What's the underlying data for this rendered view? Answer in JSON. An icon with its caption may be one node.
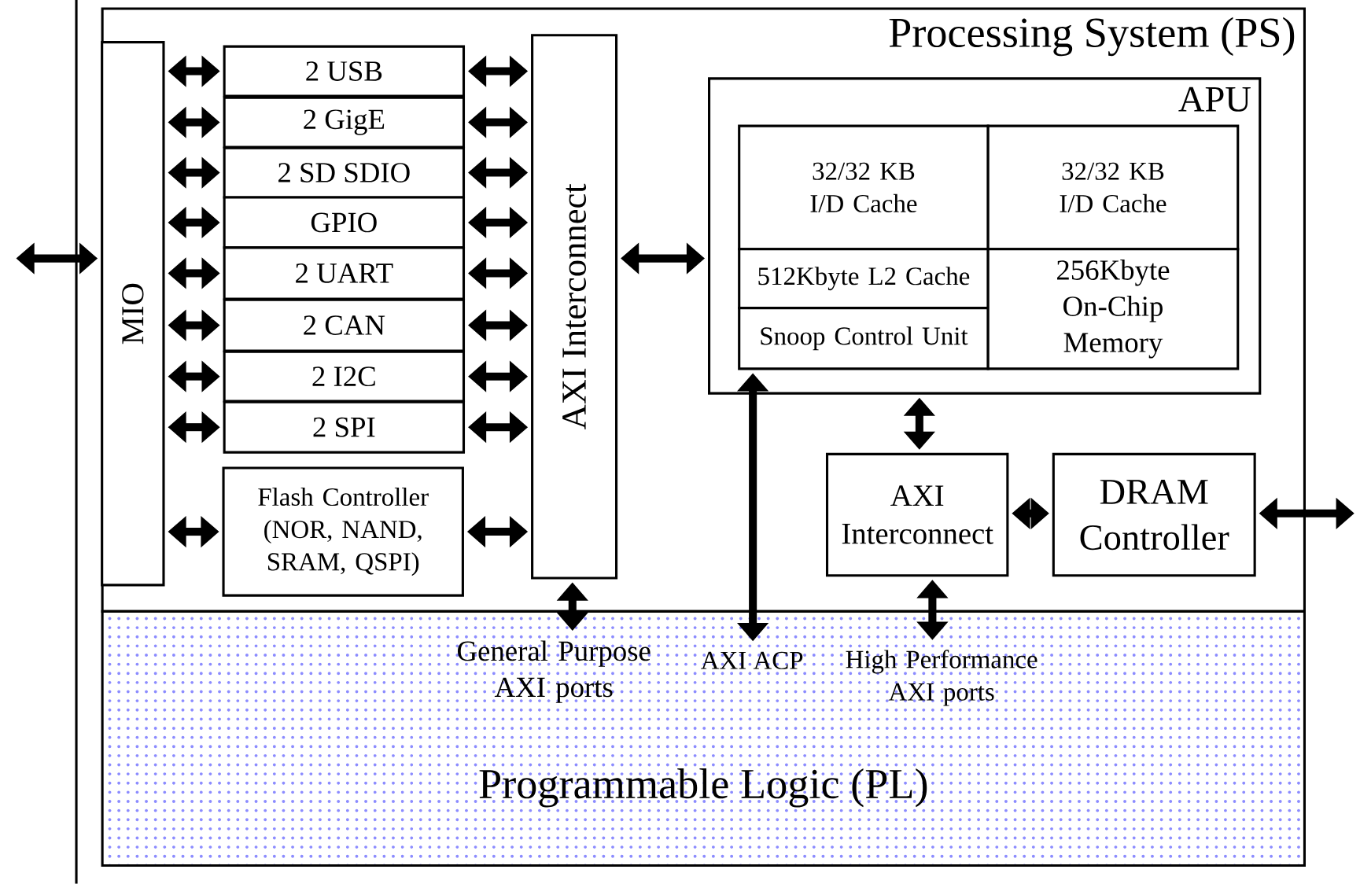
{
  "diagram": {
    "nodes": [
      {
        "text": [
          "Processing System (PS)"
        ]
      },
      {
        "text": [
          "Programmable Logic (PL)"
        ]
      },
      {
        "text": [
          "MIO"
        ],
        "in": 0
      },
      {
        "text": [
          "2 USB"
        ],
        "in": 0
      },
      {
        "text": [
          "2 GigE"
        ],
        "in": 0
      },
      {
        "text": [
          "2 SD SDIO"
        ],
        "in": 0
      },
      {
        "text": [
          "GPIO"
        ],
        "in": 0
      },
      {
        "text": [
          "2 UART"
        ],
        "in": 0
      },
      {
        "text": [
          "2 CAN"
        ],
        "in": 0
      },
      {
        "text": [
          "2 I2C"
        ],
        "in": 0
      },
      {
        "text": [
          "2 SPI"
        ],
        "in": 0
      },
      {
        "text": [
          "Flash Controller (NOR, NAND, SRAM, QSPI)"
        ],
        "in": 0
      },
      {
        "text": [
          "AXI Interconnect"
        ],
        "in": 0
      },
      {
        "text": [
          "APU"
        ],
        "in": 0
      },
      {
        "text": [
          "32/32 KB I/D Cache"
        ],
        "in": 13
      },
      {
        "text": [
          "32/32 KB I/D Cache"
        ],
        "in": 13
      },
      {
        "text": [
          "512Kbyte L2 Cache"
        ],
        "in": 13
      },
      {
        "text": [
          "Snoop Control Unit"
        ],
        "in": 13
      },
      {
        "text": [
          "256Kbyte On-Chip Memory"
        ],
        "in": 13
      },
      {
        "text": [
          "AXI Interconnect"
        ],
        "in": 0
      },
      {
        "text": [
          "DRAM Controller"
        ],
        "in": 0
      },
      {
        "text": [
          "General Purpose AXI ports"
        ],
        "in": 1
      },
      {
        "text": [
          "AXI ACP"
        ],
        "in": 1
      },
      {
        "text": [
          "High Performance AXI ports"
        ],
        "in": 1
      }
    ],
    "edges": [
      {
        "from": null,
        "to": 2,
        "arrow": "both"
      },
      {
        "from": 2,
        "to": 3,
        "arrow": "both"
      },
      {
        "from": 2,
        "to": 4,
        "arrow": "both"
      },
      {
        "from": 2,
        "to": 5,
        "arrow": "both"
      },
      {
        "from": 2,
        "to": 6,
        "arrow": "both"
      },
      {
        "from": 2,
        "to": 7,
        "arrow": "both"
      },
      {
        "from": 2,
        "to": 8,
        "arrow": "both"
      },
      {
        "from": 2,
        "to": 9,
        "arrow": "both"
      },
      {
        "from": 2,
        "to": 10,
        "arrow": "both"
      },
      {
        "from": 2,
        "to": 11,
        "arrow": "both"
      },
      {
        "from": 3,
        "to": 12,
        "arrow": "both"
      },
      {
        "from": 4,
        "to": 12,
        "arrow": "both"
      },
      {
        "from": 5,
        "to": 12,
        "arrow": "both"
      },
      {
        "from": 6,
        "to": 12,
        "arrow": "both"
      },
      {
        "from": 7,
        "to": 12,
        "arrow": "both"
      },
      {
        "from": 8,
        "to": 12,
        "arrow": "both"
      },
      {
        "from": 9,
        "to": 12,
        "arrow": "both"
      },
      {
        "from": 10,
        "to": 12,
        "arrow": "both"
      },
      {
        "from": 11,
        "to": 12,
        "arrow": "both"
      },
      {
        "from": 12,
        "to": 13,
        "arrow": "both"
      },
      {
        "from": 12,
        "to": 21,
        "arrow": "both"
      },
      {
        "from": 17,
        "to": 22,
        "arrow": "both"
      },
      {
        "from": 13,
        "to": 19,
        "arrow": "both"
      },
      {
        "from": 19,
        "to": 20,
        "arrow": "both"
      },
      {
        "from": 20,
        "to": null,
        "arrow": "both"
      },
      {
        "from": 19,
        "to": 23,
        "arrow": "both"
      }
    ]
  }
}
